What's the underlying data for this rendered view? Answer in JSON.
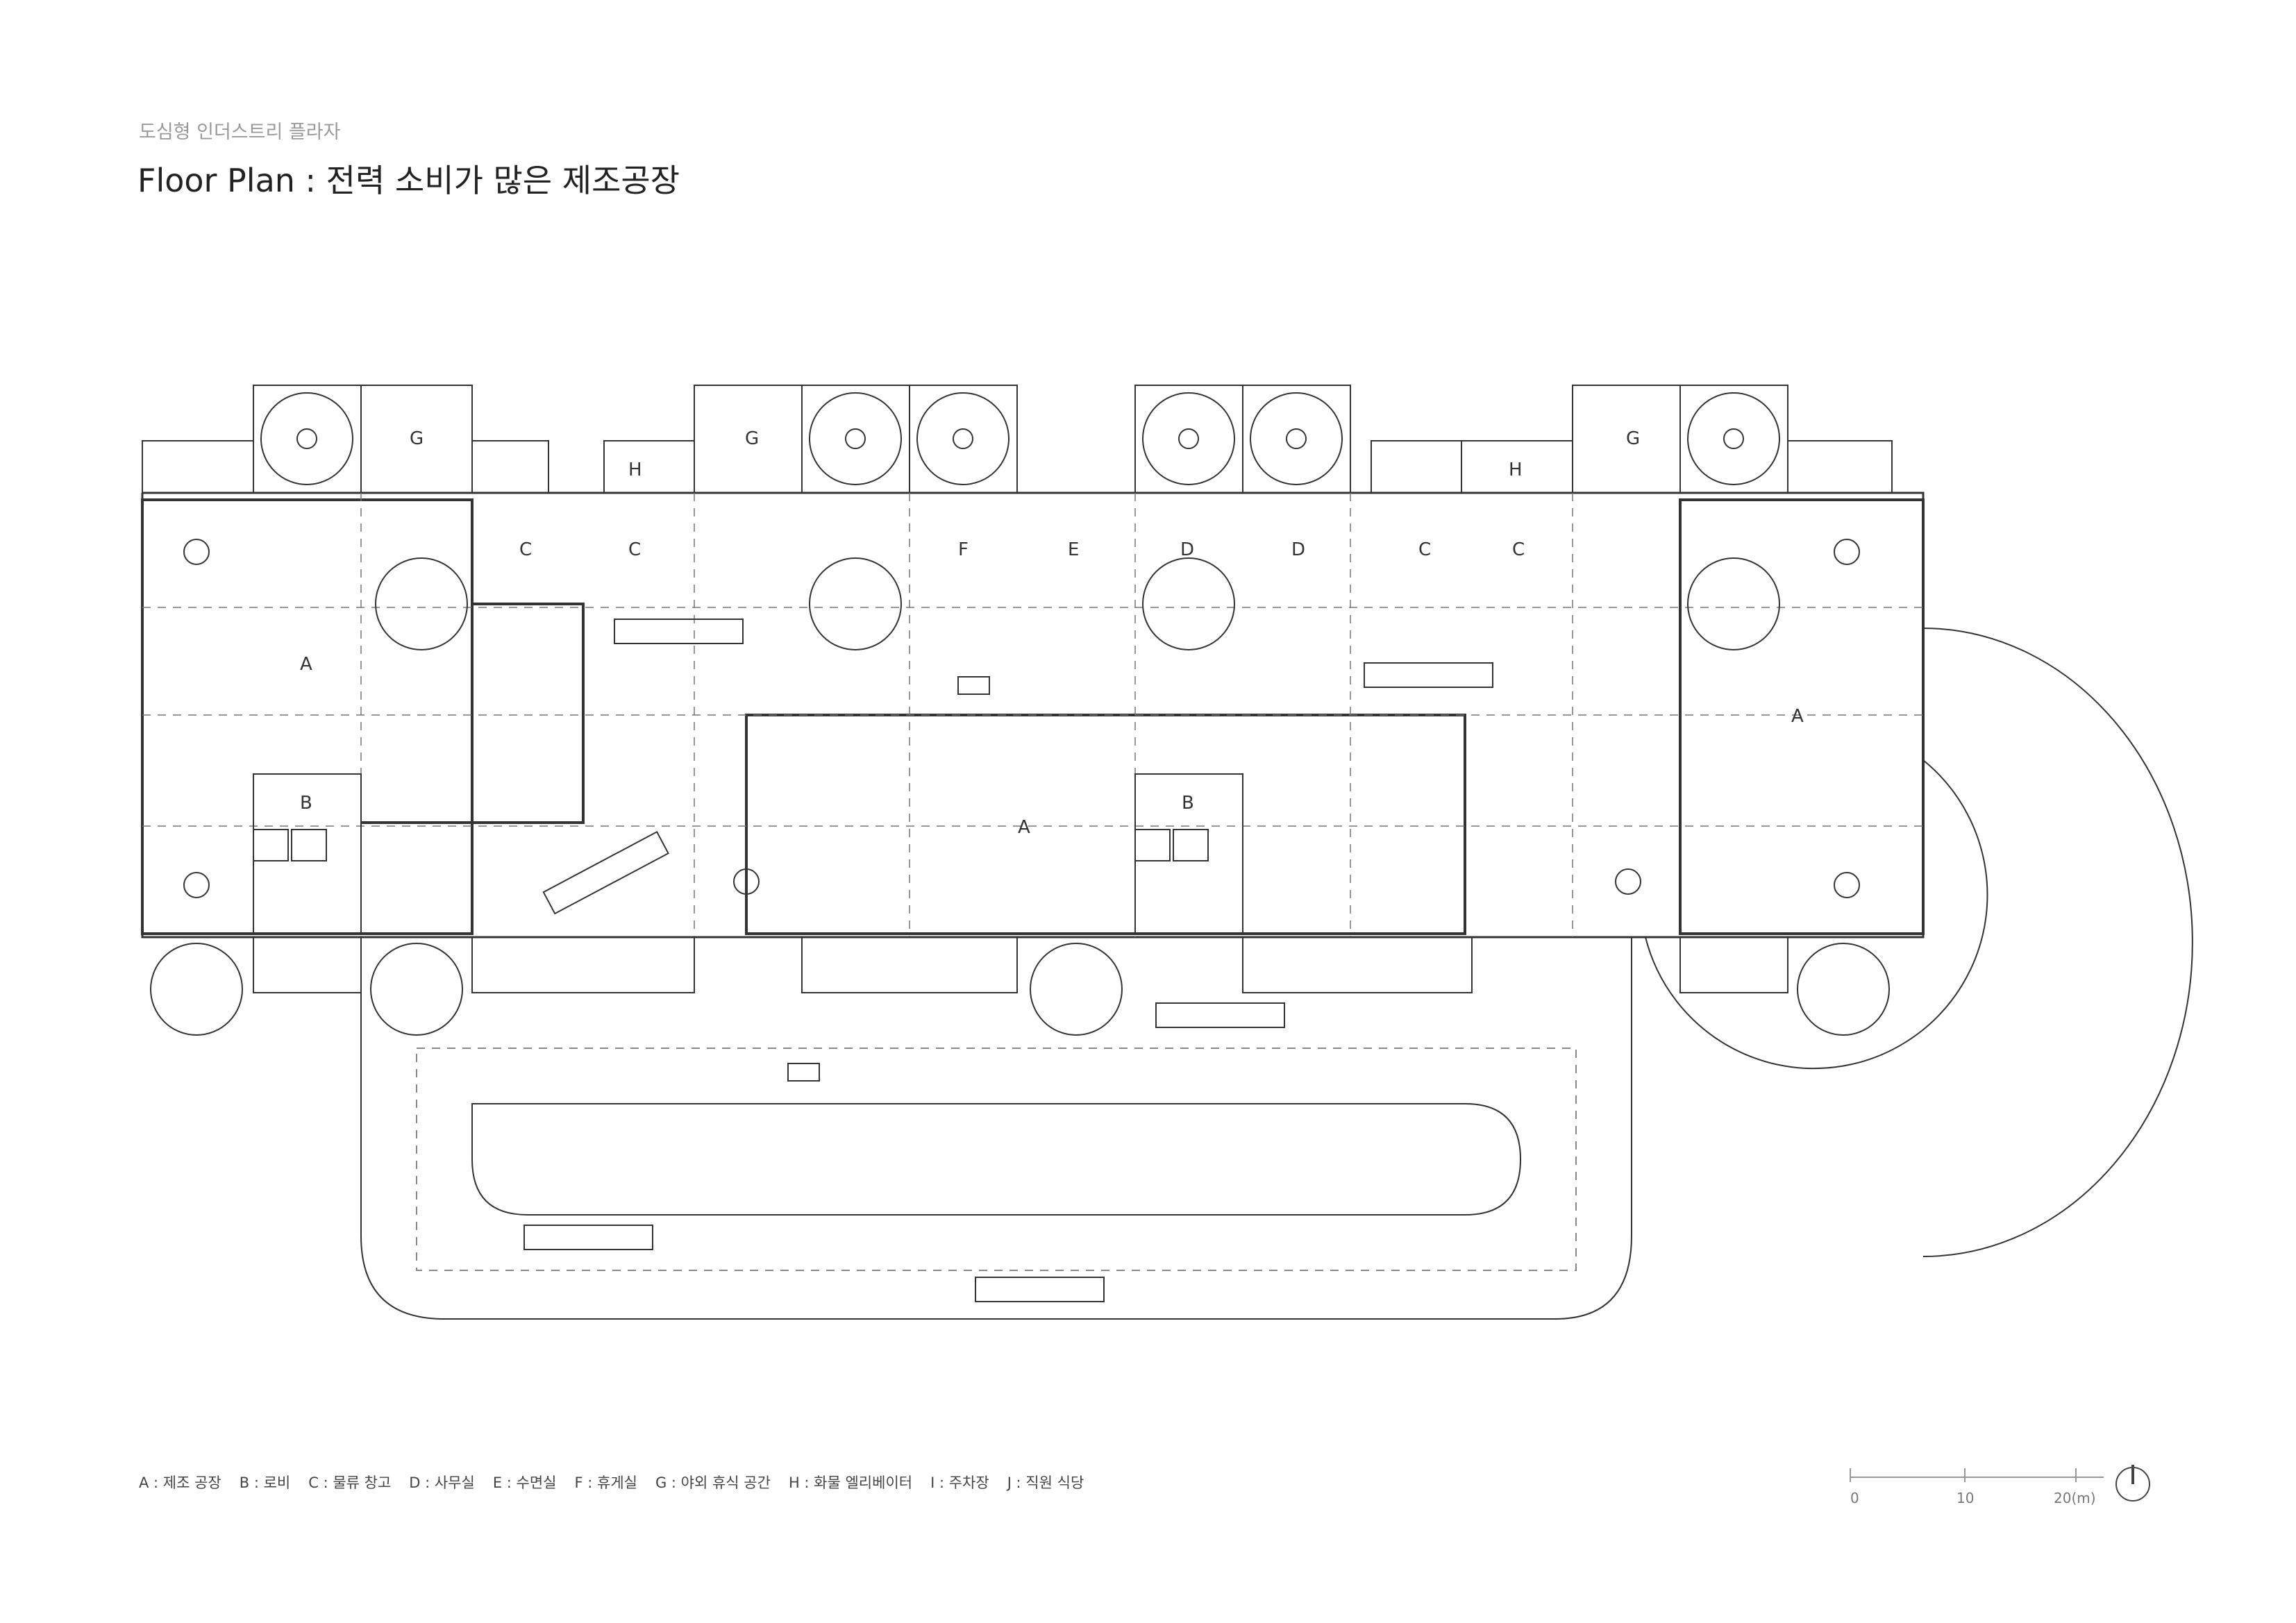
{
  "header": {
    "subtitle": "도심형 인더스트리 플라자",
    "title": "Floor Plan : 전력 소비가 많은 제조공장"
  },
  "zone_labels": {
    "a": "A",
    "b": "B",
    "c": "C",
    "d": "D",
    "e": "E",
    "f": "F",
    "g": "G",
    "h": "H"
  },
  "legend": [
    "A : 제조 공장",
    "B : 로비",
    "C : 물류 창고",
    "D : 사무실",
    "E : 수면실",
    "F : 휴게실",
    "G : 야외 휴식 공간",
    "H : 화물 엘리베이터",
    "I : 주차장",
    "J : 직원 식당"
  ],
  "scale": {
    "t0": "0",
    "t1": "10",
    "t2": "20(m)"
  }
}
